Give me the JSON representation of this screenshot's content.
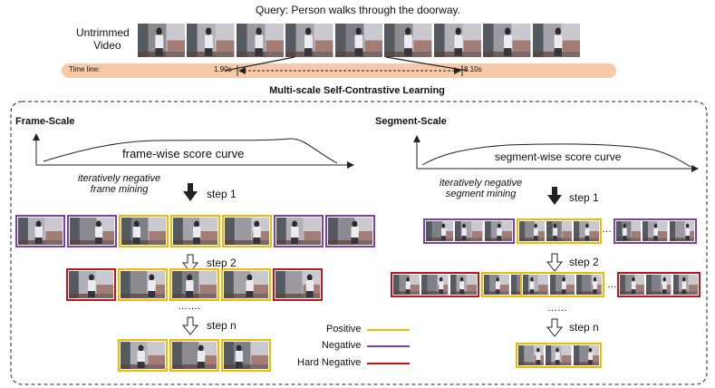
{
  "query": "Query: Person walks through the doorway.",
  "untrimmed_label_line1": "Untrimmed",
  "untrimmed_label_line2": "Video",
  "timeline": {
    "label": "Time line:",
    "start": "1.90s",
    "end": "8.10s"
  },
  "main_title": "Multi-scale Self-Contrastive Learning",
  "frame_scale": {
    "title": "Frame-Scale",
    "curve_label": "frame-wise score curve",
    "mining_line1": "iteratively negative",
    "mining_line2": "frame mining",
    "step1": "step 1",
    "step2": "step 2",
    "stepn": "step n",
    "dots": "……."
  },
  "segment_scale": {
    "title": "Segment-Scale",
    "curve_label": "segment-wise score curve",
    "mining_line1": "iteratively negative",
    "mining_line2": "segment mining",
    "step1": "step 1",
    "step2": "step 2",
    "stepn": "step n",
    "dots": "……",
    "ellipsis": "…"
  },
  "legend": {
    "positive": "Positive",
    "negative": "Negative",
    "hard_negative": "Hard Negative"
  },
  "colors": {
    "positive": "#f5b800",
    "negative": "#7a3fb0",
    "hard_negative": "#c0131a",
    "timeline_bar": "#f8c9a8"
  }
}
